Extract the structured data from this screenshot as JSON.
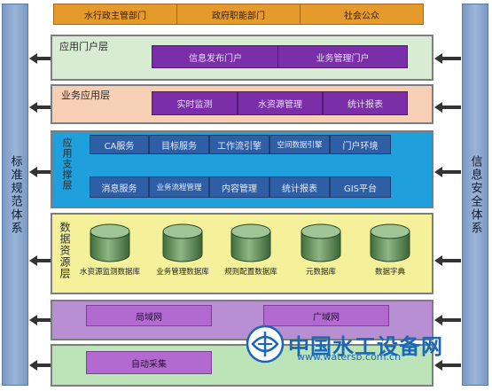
{
  "sides": {
    "left": "标准规范体系",
    "right": "信息安全体系"
  },
  "top_bar": [
    "水行政主管部门",
    "政府职能部门",
    "社会公众"
  ],
  "portal_layer": {
    "title": "应用门户层",
    "items": [
      "信息发布门户",
      "业务管理门户"
    ]
  },
  "business_layer": {
    "title": "业务应用层",
    "items": [
      "实时监测",
      "水资源管理",
      "统计报表"
    ]
  },
  "support_layer": {
    "title": "应用支撑层",
    "row1": [
      "CA服务",
      "目标服务",
      "工作流引擎",
      "空间数据引擎",
      "门户环境"
    ],
    "row2": [
      "消息服务",
      "业务流程管理",
      "内容管理",
      "统计报表",
      "GIS平台"
    ]
  },
  "data_layer": {
    "title": "数据资源层",
    "databases": [
      "水资源监测数据库",
      "业务管理数据库",
      "规则配置数据库",
      "元数据库",
      "数据字典"
    ]
  },
  "network_layer": {
    "items": [
      "局域网",
      "广域网"
    ]
  },
  "collection_layer": {
    "items": [
      "自动采集"
    ]
  },
  "watermark": {
    "name": "中国水工设备网",
    "url": "www.watersb.com.cn"
  },
  "colors": {
    "portal_bg": "#d7ecd2",
    "business_bg": "#f6cfb4",
    "support_bg": "#1f9fdc",
    "data_bg": "#f4f19a",
    "network_bg": "#b88fd2",
    "collection_bg": "#bde3b8",
    "side_bar": "#8eaad0",
    "cylinder": "#5f8a5a"
  },
  "icons": [
    "arrow-left-icon",
    "arrow-right-icon",
    "database-icon",
    "logo-icon"
  ]
}
